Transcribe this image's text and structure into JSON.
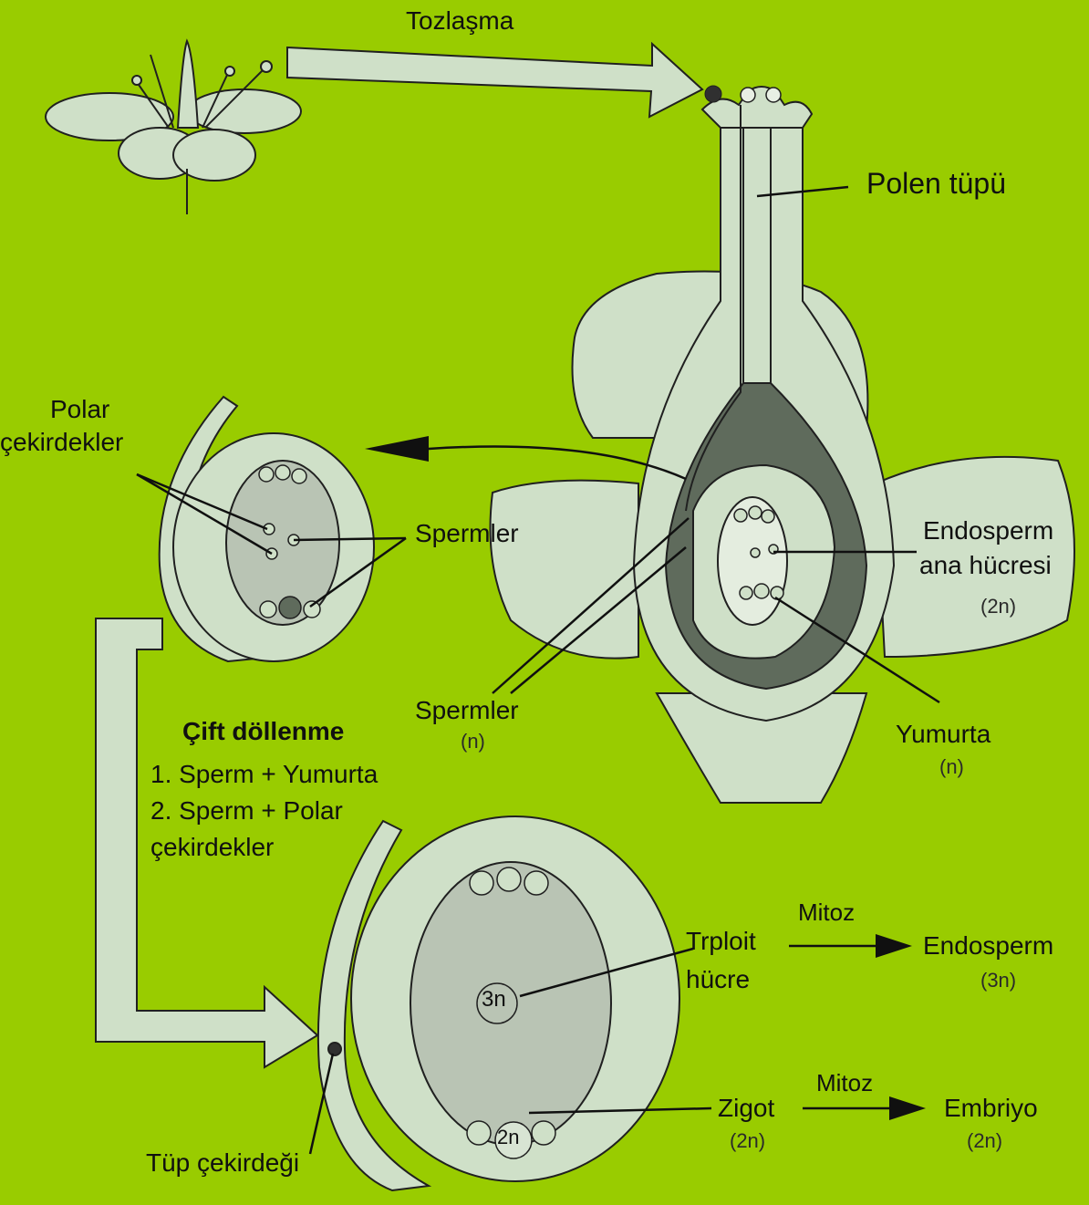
{
  "colors": {
    "background": "#99cc00",
    "tissue_light": "#cfe0c8",
    "tissue_mid": "#a9b8a4",
    "tissue_dark": "#5f6b5c",
    "outline": "#202020",
    "arrow_fill": "#cfe0c8"
  },
  "labels": {
    "tozlasma": "Tozlaşma",
    "polen_tupu": "Polen tüpü",
    "polar_line1": "Polar",
    "polar_line2": "çekirdekler",
    "spermler_top": "Spermler",
    "endosperm_line1": "Endosperm",
    "endosperm_line2": "ana hücresi",
    "endosperm_ploidy": "(2n)",
    "spermler_bottom": "Spermler",
    "spermler_bottom_ploidy": "(n)",
    "yumurta": "Yumurta",
    "yumurta_ploidy": "(n)",
    "cift_dollenme": "Çift döllenme",
    "step1": "1. Sperm + Yumurta",
    "step2_line1": "2. Sperm + Polar",
    "step2_line2": "çekirdekler",
    "triploit_line1": "Trploit",
    "triploit_line2": "hücre",
    "mitoz1": "Mitoz",
    "endosperm_result": "Endosperm",
    "endosperm_result_ploidy": "(3n)",
    "zigot": "Zigot",
    "zigot_ploidy": "(2n)",
    "mitoz2": "Mitoz",
    "embriyo": "Embriyo",
    "embriyo_ploidy": "(2n)",
    "tup_cekirdegi": "Tüp çekirdeği",
    "nucleus_3n": "3n",
    "nucleus_2n": "2n"
  }
}
